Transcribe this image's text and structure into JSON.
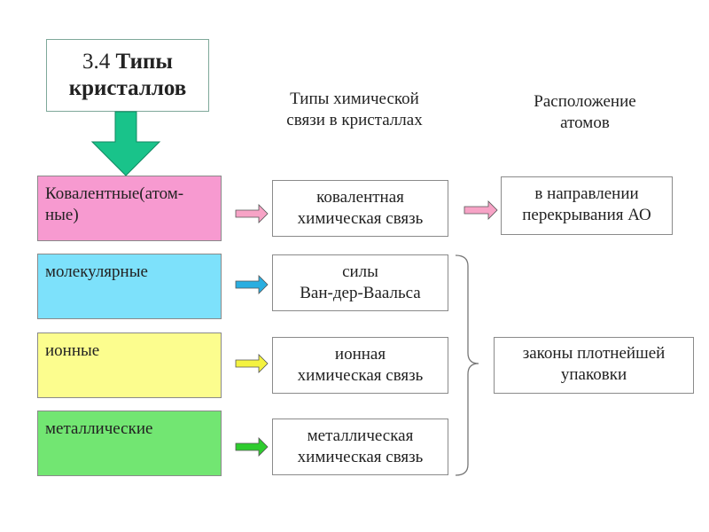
{
  "title": {
    "number": "3.4",
    "bold_text": "Типы\nкристаллов"
  },
  "headers": {
    "bond_types": "Типы химической\nсвязи в кристаллах",
    "atom_arrangement": "Расположение\nатомов"
  },
  "crystal_types": [
    {
      "label": "Ковалентные(атом-\nные)",
      "fill": "#f79ad0",
      "arrow_color": "#f7a3c6"
    },
    {
      "label": "молекулярные",
      "fill": "#7de1fb",
      "arrow_color": "#2aaee0"
    },
    {
      "label": "ионные",
      "fill": "#fcfd8e",
      "arrow_color": "#f4f240"
    },
    {
      "label": "металлические",
      "fill": "#72e672",
      "arrow_color": "#2ecc2e"
    }
  ],
  "bond_boxes": [
    "ковалентная\nхимическая связь",
    "силы\nВан-дер-Ваальса",
    "ионная\nхимическая связь",
    "металлическая\nхимическая связь"
  ],
  "arrangement_boxes": [
    "в направлении\nперекрывания АО",
    "законы плотнейшей\nупаковки"
  ],
  "colors": {
    "down_arrow": "#19c38a",
    "down_arrow_stroke": "#138a63",
    "covalent_to_arrangement_arrow": "#f7a3c6"
  }
}
